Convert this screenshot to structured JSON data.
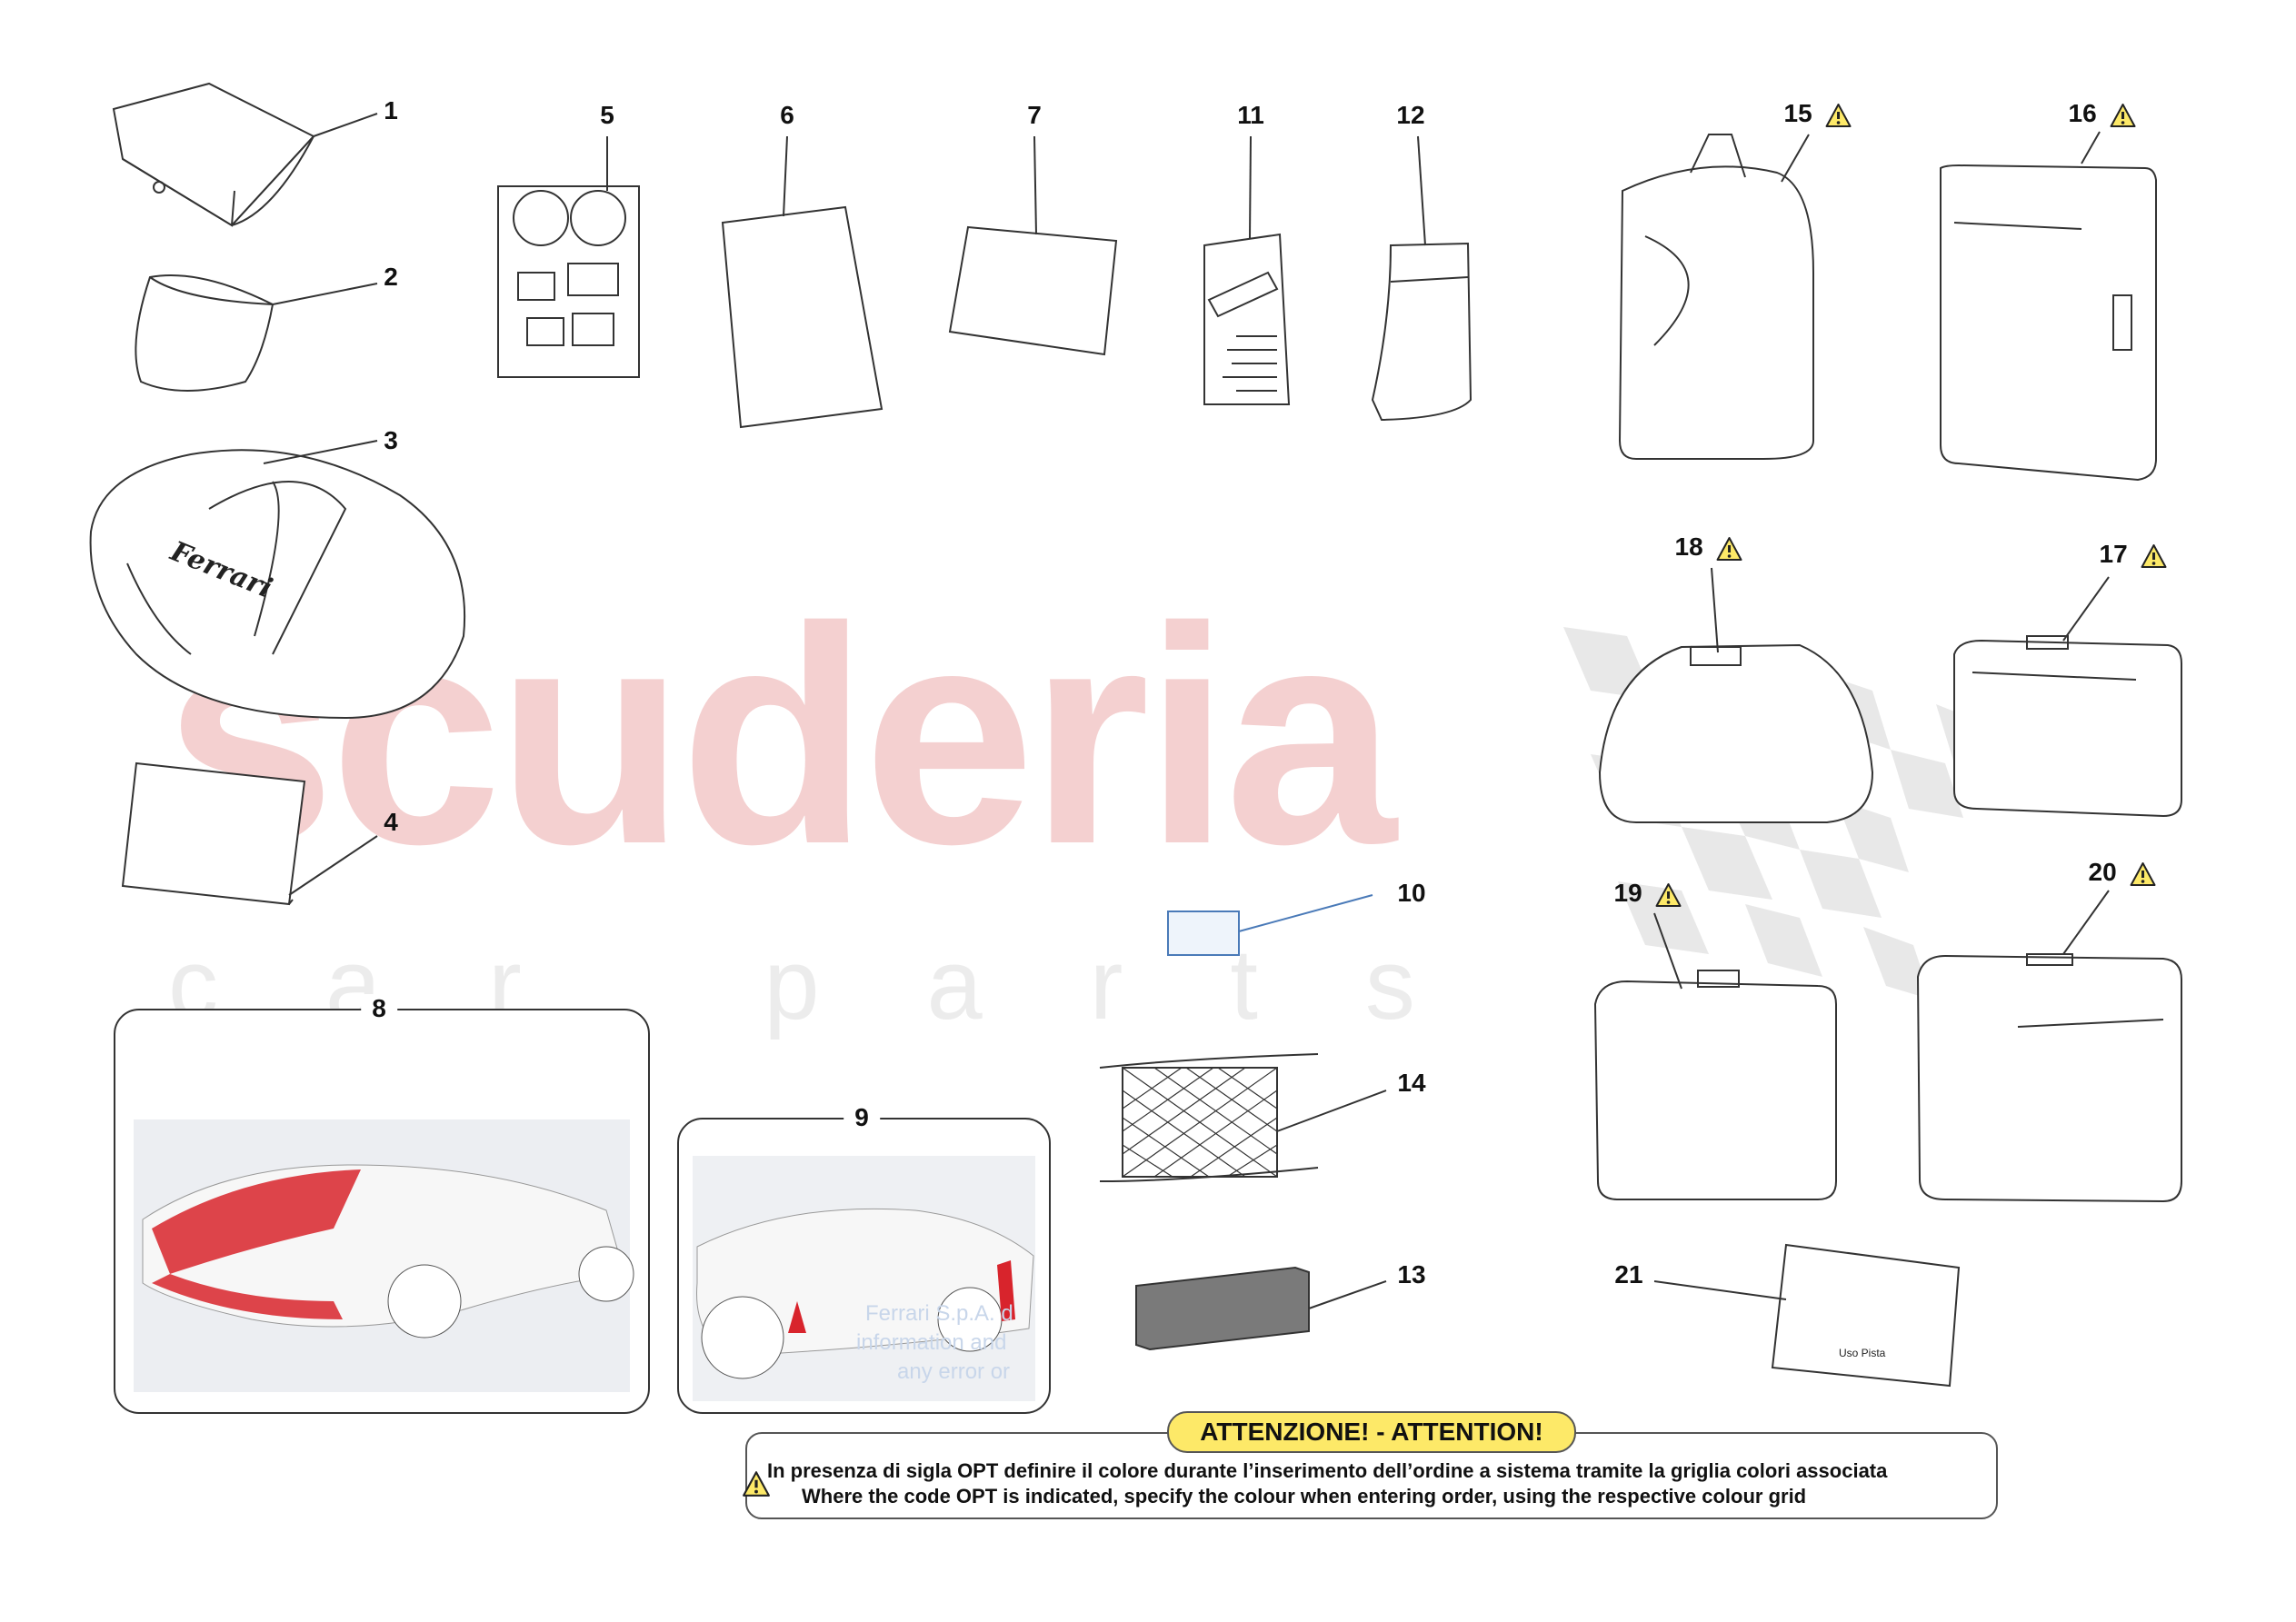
{
  "watermark": {
    "brand": "scuderia",
    "tagline": "car parts"
  },
  "callouts": {
    "n1": "1",
    "n2": "2",
    "n3": "3",
    "n4": "4",
    "n5": "5",
    "n6": "6",
    "n7": "7",
    "n8": "8",
    "n9": "9",
    "n10": "10",
    "n11": "11",
    "n12": "12",
    "n13": "13",
    "n14": "14",
    "n15": "15",
    "n16": "16",
    "n17": "17",
    "n18": "18",
    "n19": "19",
    "n20": "20",
    "n21": "21"
  },
  "product_labels": {
    "bag_brand": "Ferrari",
    "track_manual": "Uso Pista"
  },
  "ghost_text": [
    "Ferrari S.p.A. d",
    "information and",
    "any error or"
  ],
  "notice": {
    "title": "ATTENZIONE! - ATTENTION!",
    "line_it": "In presenza di sigla OPT definire il colore durante l’inserimento dell’ordine a sistema tramite la griglia colori associata",
    "line_en": "Where the code OPT is indicated, specify the colour when entering order, using the respective colour grid"
  },
  "colors": {
    "warning_fill": "#fde968",
    "livery_red": "#d8242c",
    "watermark_red": "#f4d0d0"
  },
  "icons": [
    "warning-icon",
    "ferrari-prancing-horse-logo"
  ]
}
